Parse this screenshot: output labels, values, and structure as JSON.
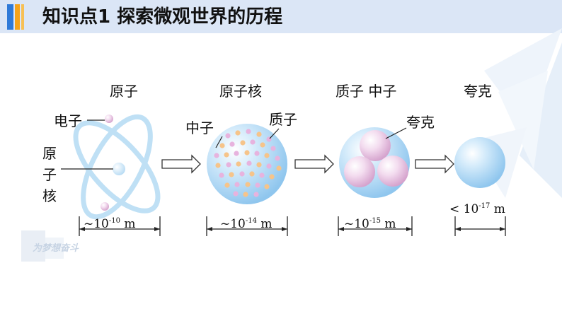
{
  "header": {
    "title": "知识点1  探索微观世界的历程"
  },
  "watermark": {
    "text": "为梦想奋斗"
  },
  "stages": [
    {
      "title": "原子",
      "measure": {
        "prefix": "~10",
        "exponent": "-10",
        "unit": " m"
      }
    },
    {
      "title": "原子核",
      "measure": {
        "prefix": "~10",
        "exponent": "-14",
        "unit": " m"
      }
    },
    {
      "title": "质子  中子",
      "measure": {
        "prefix": "~10",
        "exponent": "-15",
        "unit": " m"
      }
    },
    {
      "title": "夸克",
      "measure": {
        "prefix": "< 10",
        "exponent": "-17",
        "unit": " m"
      }
    }
  ],
  "callouts": {
    "electron": "电子",
    "nucleus_chars": [
      "原",
      "子",
      "核"
    ],
    "neutron": "中子",
    "proton": "质子",
    "quark": "夸克"
  },
  "colors": {
    "particle_blue": "#a9d4f3",
    "arrow": "#333333"
  }
}
